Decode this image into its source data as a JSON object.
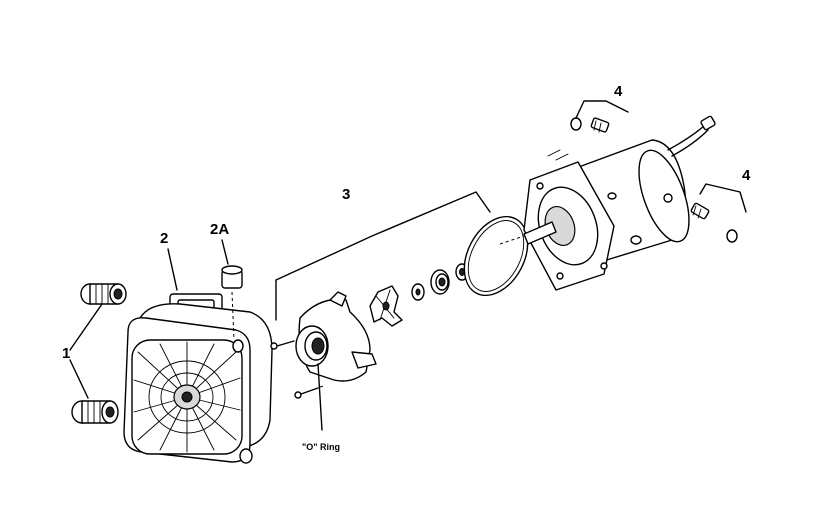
{
  "header": {
    "left_fragment": "",
    "right_fragment": ""
  },
  "callouts": {
    "c1": "1",
    "c2": "2",
    "c2a": "2A",
    "c3": "3",
    "c4_top": "4",
    "c4_right": "4"
  },
  "labels": {
    "o_ring": "\"O\" Ring"
  }
}
